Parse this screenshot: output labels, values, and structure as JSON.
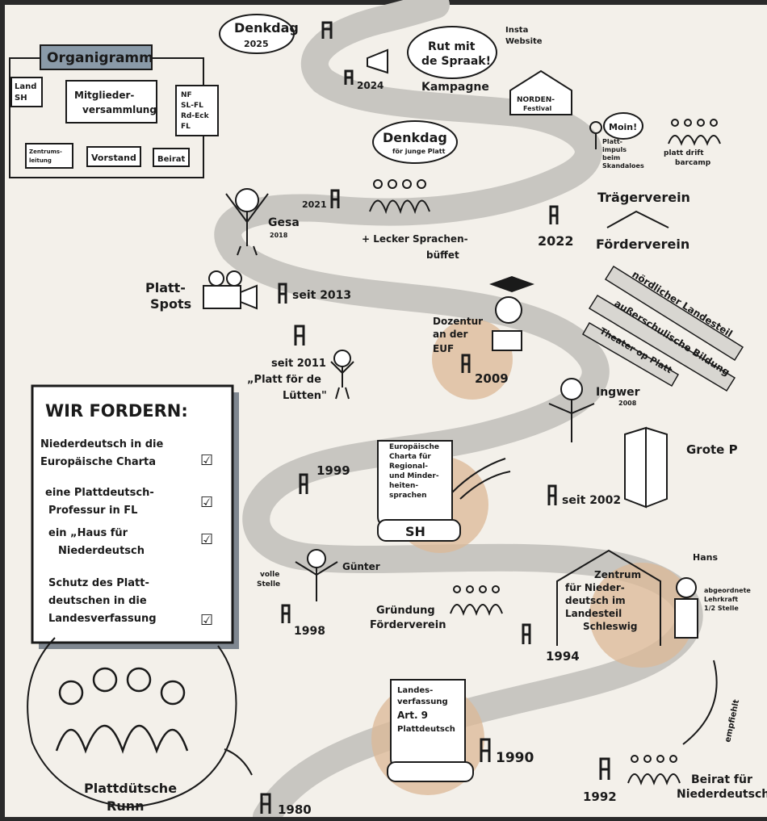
{
  "colors": {
    "paper": "#f3f0ea",
    "road": "#c8c6c1",
    "circle": "#dcb896",
    "ink": "#1a1a1a",
    "box_header": "#8a9aa8",
    "shadow": "#7f8790"
  },
  "organigramm": {
    "title": "Organigramm",
    "land": [
      "Land",
      "SH"
    ],
    "mitglieder": [
      "Mitglieder-",
      "versammlung"
    ],
    "regions": [
      "NF",
      "SL-FL",
      "Rd-Eck",
      "FL"
    ],
    "zentrum": [
      "Zentrums-",
      "leitung"
    ],
    "vorstand": "Vorstand",
    "beirat": "Beirat"
  },
  "denkdag_2025": [
    "Denkdag",
    "2025"
  ],
  "campaign": {
    "bubble": [
      "Rut mit",
      "de Spraak!"
    ],
    "year": "2024",
    "label": "Kampagne",
    "insta": [
      "Insta",
      "Website"
    ],
    "festival": [
      "NORDEN-",
      "Festival"
    ]
  },
  "denkdag_jung": [
    "Denkdag",
    "för junge Platt"
  ],
  "moin": {
    "bubble": "Moin!",
    "text": [
      "Platt-",
      "impuls",
      "beim",
      "Skandaloes"
    ]
  },
  "barcamp": [
    "platt drift",
    "barcamp"
  ],
  "year_2021": "2021",
  "gesa": [
    "Gesa",
    "2018"
  ],
  "buffet": [
    "+ Lecker Sprachen-",
    "büffet"
  ],
  "year_2022": "2022",
  "traegerverein": "Trägerverein",
  "foerderverein": "Förderverein",
  "plattspots": [
    "Platt-",
    "Spots"
  ],
  "seit_2013": "seit 2013",
  "arrows": [
    "nördlicher Landesteil",
    "außerschulische Bildung",
    "Theater op Platt"
  ],
  "dozentur": [
    "Dozentur",
    "an der",
    "EUF"
  ],
  "year_2009": "2009",
  "seit_2011": [
    "seit 2011",
    "„Platt för de",
    "Lütten\""
  ],
  "ingwer": [
    "Ingwer",
    "2008"
  ],
  "forderungen": {
    "title": "WIR FORDERN:",
    "items": [
      [
        "Niederdeutsch in die",
        "Europäische Charta"
      ],
      [
        "eine Plattdeutsch-",
        "Professur in FL"
      ],
      [
        "ein „Haus für",
        "Niederdeutsch"
      ],
      [
        "Schutz des Platt-",
        "deutschen in die",
        "Landesverfassung"
      ]
    ],
    "check": "☑"
  },
  "charta": {
    "text": [
      "Europäische",
      "Charta für",
      "Regional-",
      "und Minder-",
      "heiten-",
      "sprachen"
    ],
    "sh": "SH"
  },
  "year_1999": "1999",
  "seit_2002": "seit 2002",
  "grote_p": "Grote P",
  "guenter": {
    "name": "Günter",
    "volle": [
      "volle",
      "Stelle"
    ]
  },
  "year_1998": "1998",
  "gruendung": [
    "Gründung",
    "Förderverein"
  ],
  "year_1994": "1994",
  "zentrum": [
    "Zentrum",
    "für Nieder-",
    "deutsch im",
    "Landesteil",
    "Schleswig"
  ],
  "hans": {
    "name": "Hans",
    "text": [
      "abgeordnete",
      "Lehrkraft",
      "1/2 Stelle"
    ]
  },
  "landesverfassung": [
    "Landes-",
    "verfassung",
    "Art. 9",
    "Plattdeutsch"
  ],
  "year_1990": "1990",
  "year_1992": "1992",
  "beirat": [
    "Beirat für",
    "Niederdeutsch"
  ],
  "empfiehlt": "empfiehlt",
  "runn": [
    "Plattdütsche",
    "Runn"
  ],
  "year_1980": "1980"
}
